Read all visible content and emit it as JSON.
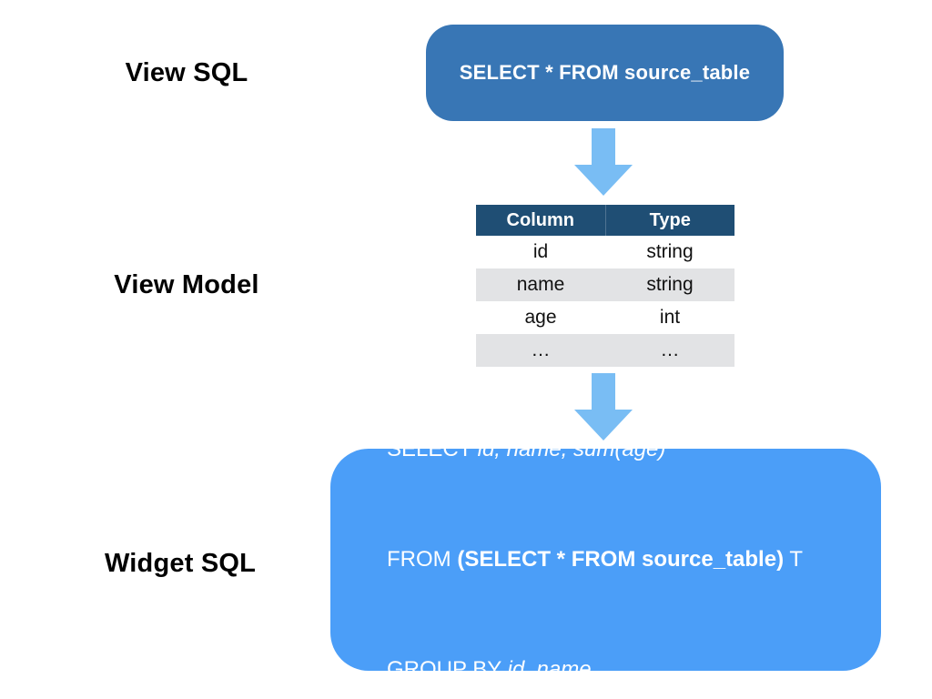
{
  "diagram": {
    "labels": {
      "view_sql": "View SQL",
      "view_model": "View Model",
      "widget_sql": "Widget SQL"
    },
    "view_sql_box": {
      "text": "SELECT * FROM source_table"
    },
    "view_model_table": {
      "headers": [
        "Column",
        "Type"
      ],
      "rows": [
        [
          "id",
          "string"
        ],
        [
          "name",
          "string"
        ],
        [
          "age",
          "int"
        ],
        [
          "…",
          "…"
        ]
      ]
    },
    "widget_sql_box": {
      "line1": {
        "keyword": "SELECT ",
        "italic": "id, name, sum(age)"
      },
      "line2": {
        "keyword": "FROM ",
        "bold": "(SELECT * FROM source_table)",
        "suffix": " T"
      },
      "line3": {
        "keyword": "GROUP BY ",
        "italic": "id, name"
      }
    },
    "colors": {
      "view_sql_box_bg": "#3876B5",
      "table_header_bg": "#1F4E74",
      "table_row_alt_bg": "#E2E3E5",
      "arrow": "#79BDF4",
      "widget_sql_box_bg": "#4B9EF8"
    }
  }
}
